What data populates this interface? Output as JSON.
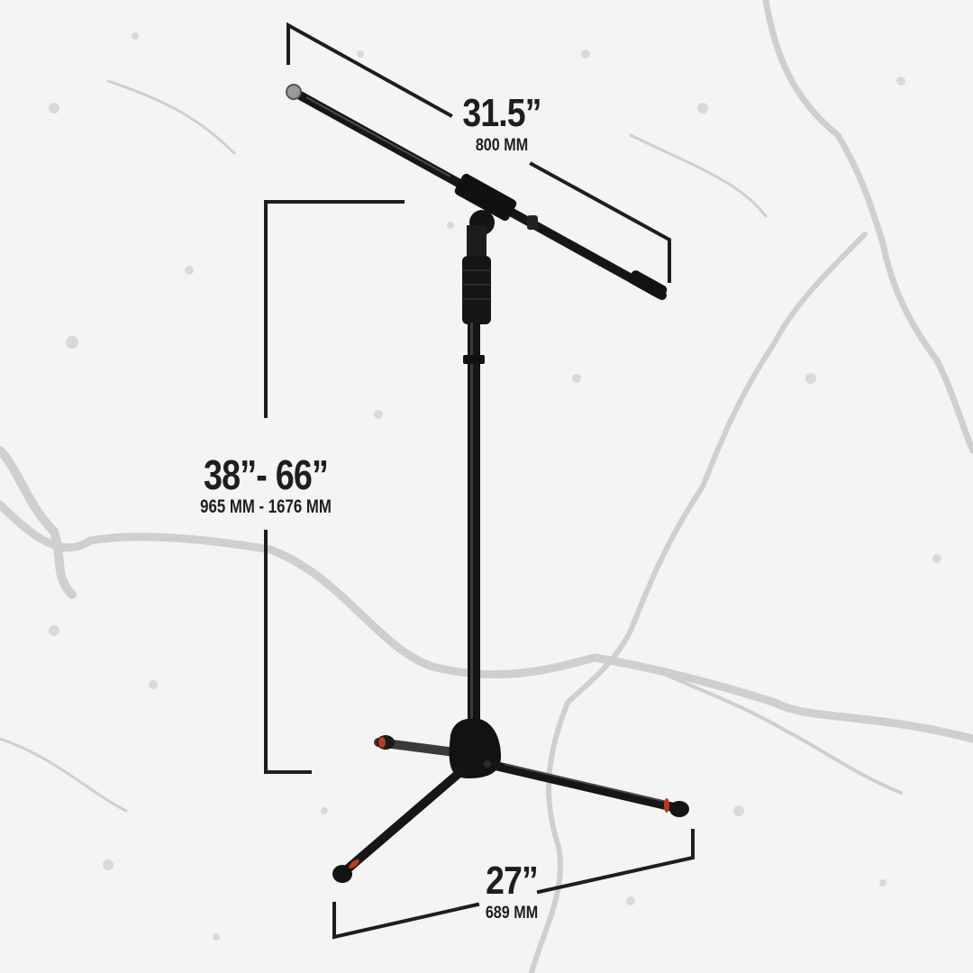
{
  "dimensions": {
    "boom": {
      "imperial": "31.5”",
      "metric": "800 MM"
    },
    "height": {
      "imperial": "38”- 66”",
      "metric": "965 MM - 1676 MM"
    },
    "base": {
      "imperial": "27”",
      "metric": "689 MM"
    }
  },
  "colors": {
    "background": "#f4f4f4",
    "marble_veins": "#cfcfcf",
    "stand": "#161616",
    "foot_accent": "#c0391b",
    "dimension_lines": "#1e1e1e"
  }
}
